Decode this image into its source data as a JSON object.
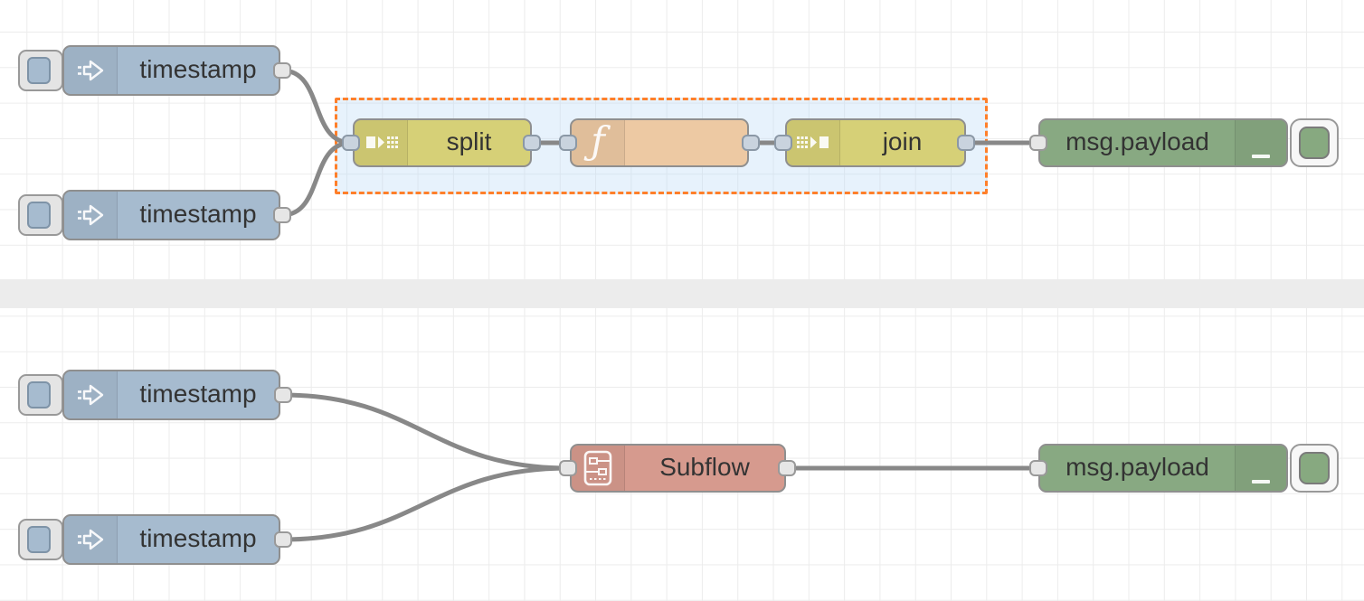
{
  "app": {
    "name": "flow-editor-canvas"
  },
  "canvas": {
    "background": "#ffffff",
    "grid_color": "#ececec",
    "section_divider_color": "#ececec"
  },
  "colors": {
    "inject_node": "#a6bbcf",
    "split_join_node": "#d6d077",
    "function_node": "#edc9a3",
    "debug_node": "#88a982",
    "subflow_node": "#d69a8e",
    "node_border": "#8f8f8f",
    "wire": "#888888",
    "selection_border": "#ff7f2a",
    "selection_fill": "rgba(187,217,246,0.35)",
    "label_text": "#333333",
    "port_fill": "#e6e6e6",
    "port_fill_selected_area": "#c9d3de"
  },
  "flow_top": {
    "inject1": {
      "label": "timestamp",
      "icon": "inject-arrow-icon"
    },
    "inject2": {
      "label": "timestamp",
      "icon": "inject-arrow-icon"
    },
    "split": {
      "label": "split",
      "icon": "split-icon"
    },
    "function": {
      "label": "",
      "glyph": "ƒ",
      "icon": "function-f-icon"
    },
    "join": {
      "label": "join",
      "icon": "join-icon"
    },
    "debug": {
      "label": "msg.payload",
      "icon": "debug-lines-icon"
    }
  },
  "flow_bottom": {
    "inject1": {
      "label": "timestamp",
      "icon": "inject-arrow-icon"
    },
    "inject2": {
      "label": "timestamp",
      "icon": "inject-arrow-icon"
    },
    "subflow": {
      "label": "Subflow",
      "icon": "subflow-icon"
    },
    "debug": {
      "label": "msg.payload",
      "icon": "debug-lines-icon"
    }
  }
}
